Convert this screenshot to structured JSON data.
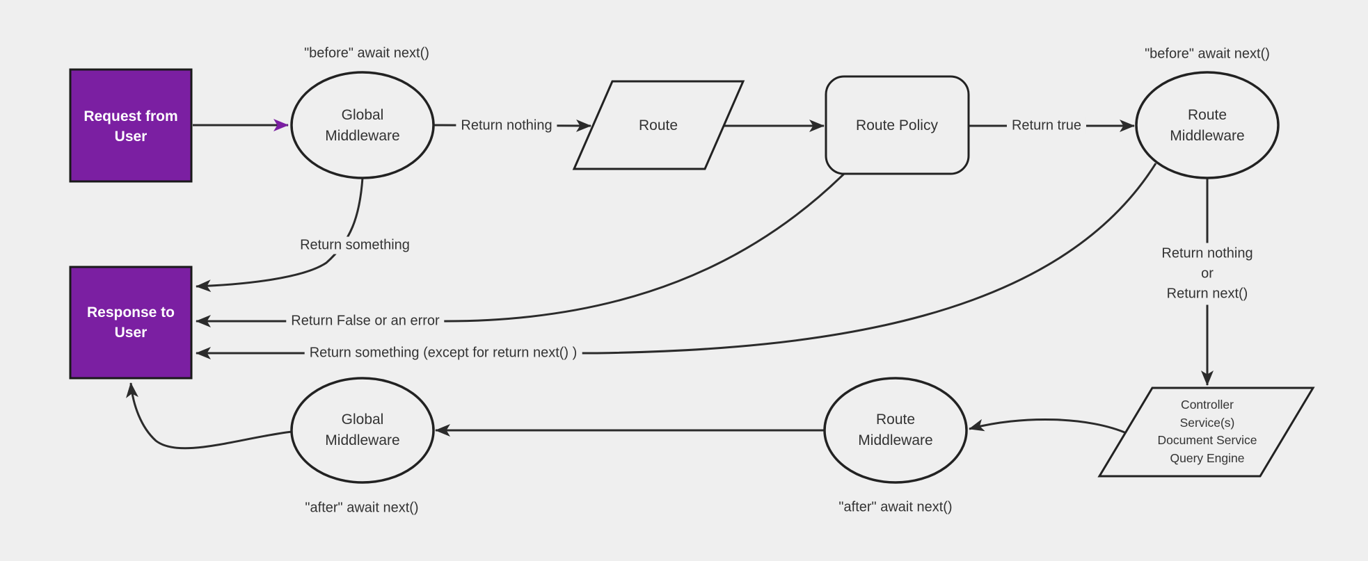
{
  "colors": {
    "background": "#efefef",
    "node_fill": "#efefef",
    "stroke": "#222222",
    "text": "#333333",
    "accent": "#7b1fa2",
    "accent_text": "#ffffff"
  },
  "nodes": {
    "request": {
      "line1": "Request from",
      "line2": "User"
    },
    "global_mw_top": {
      "line1": "Global",
      "line2": "Middleware"
    },
    "route": {
      "label": "Route"
    },
    "route_policy": {
      "label": "Route Policy"
    },
    "route_mw_top": {
      "line1": "Route",
      "line2": "Middleware"
    },
    "controller": {
      "line1": "Controller",
      "line2": "Service(s)",
      "line3": "Document Service",
      "line4": "Query Engine"
    },
    "route_mw_bottom": {
      "line1": "Route",
      "line2": "Middleware"
    },
    "global_mw_bottom": {
      "line1": "Global",
      "line2": "Middleware"
    },
    "response": {
      "line1": "Response to",
      "line2": "User"
    }
  },
  "edge_labels": {
    "before_global": "\"before\" await next()",
    "before_route": "\"before\" await next()",
    "return_nothing": "Return nothing",
    "return_true": "Return true",
    "return_something": "Return something",
    "return_false": "Return False or an error",
    "return_something_except": "Return something (except for return next() )",
    "return_nothing_or_line1": "Return nothing",
    "return_nothing_or_line2": "or",
    "return_nothing_or_line3": "Return next()",
    "after_global": "\"after\" await next()",
    "after_route": "\"after\" await next()"
  }
}
